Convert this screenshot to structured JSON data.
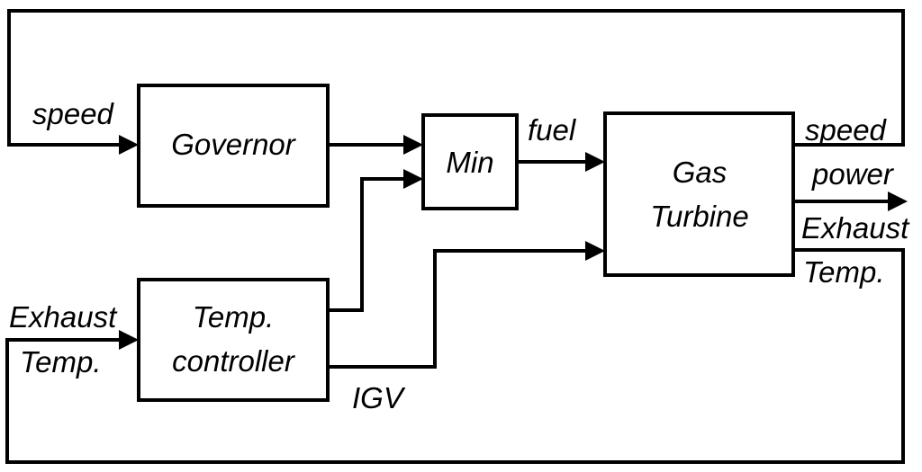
{
  "blocks": {
    "governor": "Governor",
    "min": "Min",
    "gas_turbine": [
      "Gas",
      "Turbine"
    ],
    "temp_controller": [
      "Temp.",
      "controller"
    ]
  },
  "signals": {
    "speed_in": "speed",
    "fuel": "fuel",
    "speed_out": "speed",
    "power": "power",
    "exhaust_out": [
      "Exhaust",
      "Temp."
    ],
    "exhaust_in": [
      "Exhaust",
      "Temp."
    ],
    "igv": "IGV"
  },
  "colors": {
    "line": "#000000",
    "background": "#ffffff"
  }
}
